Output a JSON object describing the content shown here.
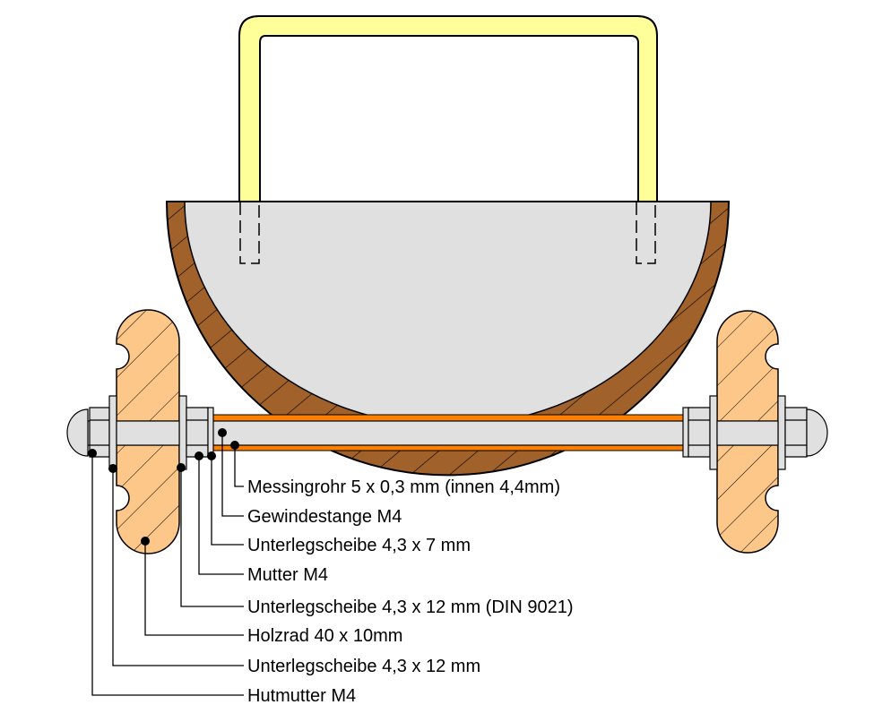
{
  "labels": {
    "brass_tube": "Messingrohr 5 x 0,3 mm (innen 4,4mm)",
    "threaded_rod": "Gewindestange M4",
    "washer_small": "Unterlegscheibe 4,3 x 7 mm",
    "nut": "Mutter M4",
    "washer_din": "Unterlegscheibe 4,3 x 12 mm (DIN 9021)",
    "wheel": "Holzrad 40 x 10mm",
    "washer_large": "Unterlegscheibe 4,3 x 12 mm",
    "cap_nut": "Hutmutter M4"
  },
  "colors": {
    "handle": "#ffff99",
    "bowl_wall": "#a0612a",
    "bowl_fill": "#e0e0e0",
    "wheel": "#fdc78a",
    "brass": "#ff8000",
    "metal": "#e0e0e0"
  }
}
